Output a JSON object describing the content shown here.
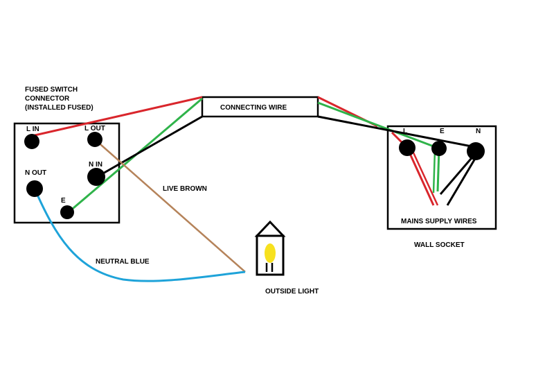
{
  "colors": {
    "live_red": "#d9262c",
    "earth_green": "#2fb34a",
    "neutral_black": "#000000",
    "live_brown": "#b5835a",
    "neutral_blue": "#1ea3d9",
    "bulb_yellow": "#f7e11f"
  },
  "fused_switch": {
    "title_line1": "FUSED SWITCH",
    "title_line2": "CONNECTOR",
    "title_line3": "(INSTALLED FUSED)",
    "terminal_l_in": "L IN",
    "terminal_l_out": "L OUT",
    "terminal_n_out": "N OUT",
    "terminal_n_in": "N IN",
    "terminal_e": "E"
  },
  "connecting_wire": {
    "label": "CONNECTING WIRE"
  },
  "wall_socket": {
    "terminal_l": "L",
    "terminal_e": "E",
    "terminal_n": "N",
    "box_label": "MAINS SUPPLY WIRES",
    "caption": "WALL SOCKET"
  },
  "wires": {
    "live_brown_label": "LIVE BROWN",
    "neutral_blue_label": "NEUTRAL BLUE"
  },
  "outside_light": {
    "label": "OUTSIDE LIGHT",
    "icon": "lamp-icon"
  }
}
